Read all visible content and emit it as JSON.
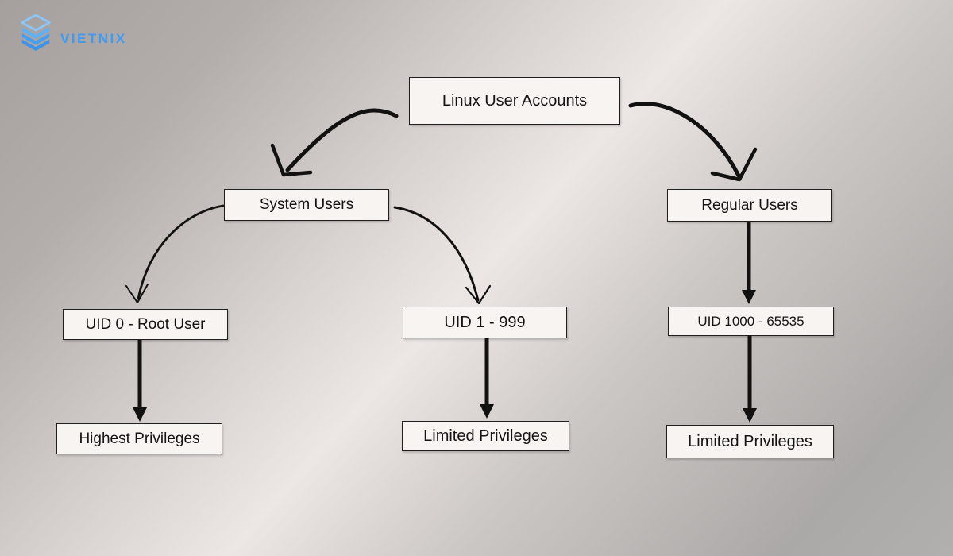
{
  "logo": {
    "text": "VIETNIX",
    "icon": "stacked-layers",
    "color": "#3e9af2"
  },
  "diagram": {
    "nodes": [
      {
        "id": "linux-user-accounts",
        "label": "Linux User Accounts"
      },
      {
        "id": "system-users",
        "label": "System Users"
      },
      {
        "id": "regular-users",
        "label": "Regular Users"
      },
      {
        "id": "uid-0-root-user",
        "label": "UID 0 - Root User"
      },
      {
        "id": "uid-1-999",
        "label": "UID 1 - 999"
      },
      {
        "id": "uid-1000-65535",
        "label": "UID 1000 - 65535"
      },
      {
        "id": "highest-privileges",
        "label": "Highest Privileges"
      },
      {
        "id": "limited-privileges-system",
        "label": "Limited Privileges"
      },
      {
        "id": "limited-privileges-regular",
        "label": "Limited Privileges"
      }
    ],
    "edges": [
      {
        "from": "linux-user-accounts",
        "to": "system-users",
        "style": "curved-handdrawn"
      },
      {
        "from": "linux-user-accounts",
        "to": "regular-users",
        "style": "curved-handdrawn"
      },
      {
        "from": "system-users",
        "to": "uid-0-root-user",
        "style": "curved-handdrawn-thin"
      },
      {
        "from": "system-users",
        "to": "uid-1-999",
        "style": "curved-handdrawn-thin"
      },
      {
        "from": "regular-users",
        "to": "uid-1000-65535",
        "style": "straight"
      },
      {
        "from": "uid-0-root-user",
        "to": "highest-privileges",
        "style": "straight"
      },
      {
        "from": "uid-1-999",
        "to": "limited-privileges-system",
        "style": "straight"
      },
      {
        "from": "uid-1000-65535",
        "to": "limited-privileges-regular",
        "style": "straight"
      }
    ]
  },
  "colors": {
    "node_fill": "#f7f4f2",
    "node_border": "#1f1f1f",
    "arrow": "#111111",
    "logo_blue": "#3e9af2",
    "background_light": "#ece6e4",
    "background_dark": "#a5a09e"
  }
}
